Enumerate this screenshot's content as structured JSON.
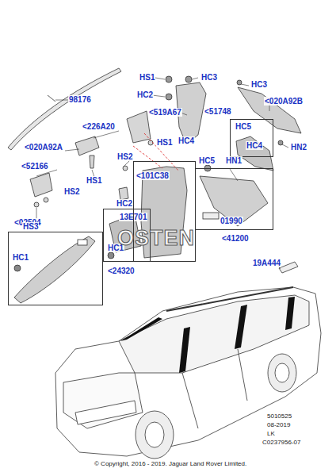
{
  "diagram": {
    "nodes": [
      {
        "text": [
          "<02504",
          "HC1"
        ]
      },
      {
        "text": [
          "13E701",
          "HC1",
          "<24320"
        ]
      },
      {
        "text": [
          "<101C38"
        ]
      },
      {
        "text": [
          "<51748",
          "HC5",
          "HC4"
        ]
      },
      {
        "text": [
          "01990",
          "<41200"
        ]
      }
    ],
    "labels": [
      "98176",
      "<226A20",
      "<020A92A",
      "HS1",
      "<52166",
      "HS2",
      "HS3",
      "HS1",
      "HC3",
      "HC2",
      "<519A67",
      "HS1",
      "HC4",
      "HS2",
      "HC2",
      "HC3",
      "<020A92B",
      "HN2",
      "HC5",
      "HN1",
      "19A444",
      "OSTEN",
      "5010525",
      "08-2019",
      "LK",
      "C0237956-07",
      "© Copyright, 2016 - 2019. Jaguar Land Rover Limited."
    ]
  }
}
